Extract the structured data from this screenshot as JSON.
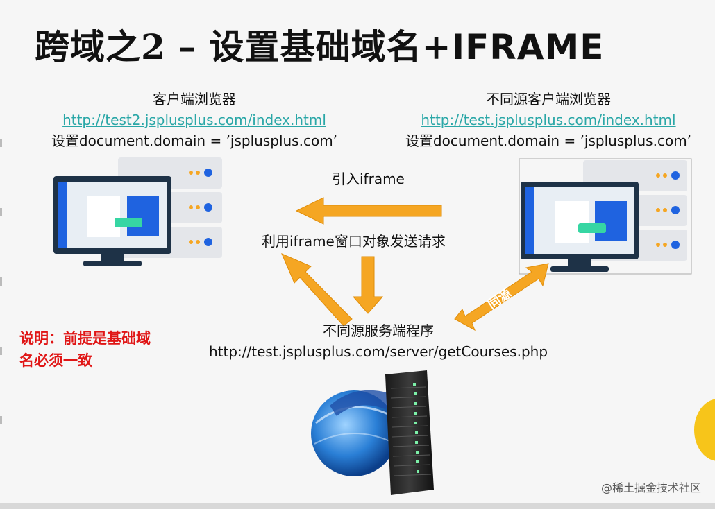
{
  "title": {
    "prefix": "跨域之2 – 设置基础域名+",
    "suffix": "IFRAME"
  },
  "client_left": {
    "heading": "客户端浏览器",
    "url": "http://test2.jsplusplus.com/index.html",
    "setting": "设置document.domain = ’jsplusplus.com’"
  },
  "client_right": {
    "heading": "不同源客户端浏览器",
    "url": "http://test.jsplusplus.com/index.html",
    "setting": "设置document.domain = ’jsplusplus.com’"
  },
  "arrows": {
    "introduce_iframe": "引入iframe",
    "send_request": "利用iframe窗口对象发送请求",
    "same_origin": "同源"
  },
  "server": {
    "heading": "不同源服务端程序",
    "url": "http://test.jsplusplus.com/server/getCourses.php"
  },
  "note": {
    "line1": "说明：前提是基础域",
    "line2": "名必须一致"
  },
  "watermark": "@稀土掘金技术社区",
  "colors": {
    "arrow": "#f5a623",
    "url": "#2aa7a7",
    "note": "#e01515",
    "monitor_blue": "#1f63e0"
  }
}
